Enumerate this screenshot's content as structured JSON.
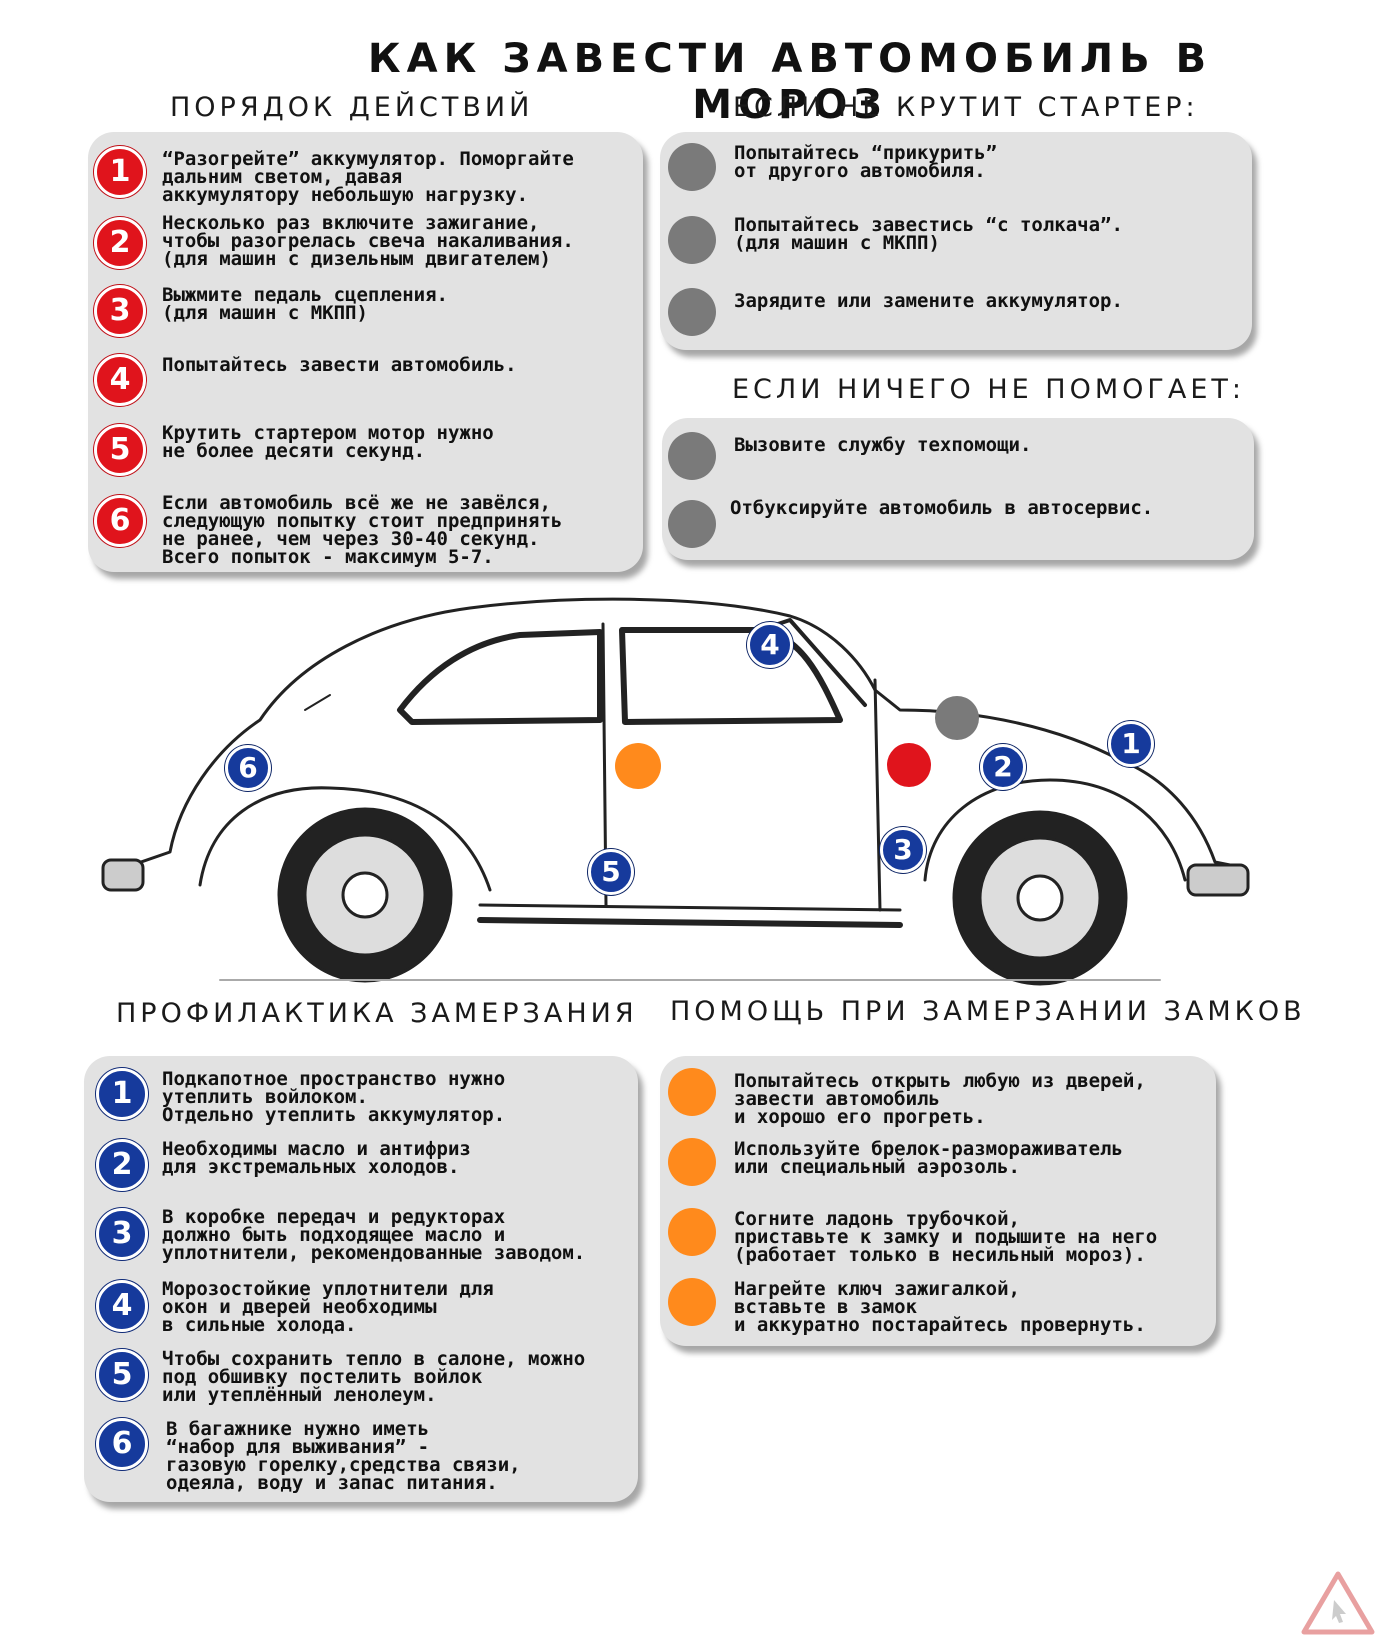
{
  "title": "КАК ЗАВЕСТИ АВТОМОБИЛЬ В МОРОЗ",
  "colors": {
    "red": "#e0141c",
    "blue": "#163a9c",
    "gray": "#7a7a7a",
    "orange": "#ff8a1c",
    "panel": "#e2e2e2"
  },
  "procedure": {
    "heading": "ПОРЯДОК ДЕЙСТВИЙ",
    "items": [
      {
        "num": "1",
        "text": "“Разогрейте” аккумулятор. Поморгайте\n дальним светом, давая\nаккумулятору небольшую нагрузку."
      },
      {
        "num": "2",
        "text": "Несколько раз включите зажигание,\nчтобы разогрелась свеча накаливания.\n(для машин с дизельным двигателем)"
      },
      {
        "num": "3",
        "text": "Выжмите педаль сцепления.\n(для машин с МКПП)"
      },
      {
        "num": "4",
        "text": "Попытайтесь завести автомобиль."
      },
      {
        "num": "5",
        "text": "Крутить стартером мотор нужно\nне более десяти секунд."
      },
      {
        "num": "6",
        "text": "Если автомобиль всё же не завёлся,\nследующую попытку стоит предпринять\nне ранее, чем через 30-40 секунд.\nВсего попыток - максимум 5-7."
      }
    ]
  },
  "starter": {
    "heading": "ЕСЛИ НЕ КРУТИТ СТАРТЕР:",
    "items": [
      {
        "text": "Попытайтесь “прикурить”\nот другого автомобиля."
      },
      {
        "text": "Попытайтесь завестись “с толкача”.\n(для машин с МКПП)"
      },
      {
        "text": "Зарядите или замените аккумулятор."
      }
    ]
  },
  "nothing": {
    "heading": "ЕСЛИ НИЧЕГО НЕ ПОМОГАЕТ:",
    "items": [
      {
        "text": "Вызовите службу техпомощи."
      },
      {
        "text": "Отбуксируйте автомобиль в автосервис."
      }
    ]
  },
  "car_markers": [
    "1",
    "2",
    "3",
    "4",
    "5",
    "6"
  ],
  "prevention": {
    "heading": "ПРОФИЛАКТИКА ЗАМЕРЗАНИЯ",
    "items": [
      {
        "num": "1",
        "text": "Подкапотное пространство нужно\nутеплить войлоком.\nОтдельно утеплить аккумулятор."
      },
      {
        "num": "2",
        "text": "Необходимы масло и антифриз\nдля экстремальных холодов."
      },
      {
        "num": "3",
        "text": "В коробке передач и редукторах\nдолжно быть подходящее масло и\nуплотнители, рекомендованные заводом."
      },
      {
        "num": "4",
        "text": "Морозостойкие уплотнители для\nокон и дверей необходимы\nв сильные холода."
      },
      {
        "num": "5",
        "text": "Чтобы сохранить тепло в салоне, можно\nпод обшивку постелить войлок\nили утеплённый ленолеум."
      },
      {
        "num": "6",
        "text": "В багажнике нужно иметь\n“набор для выживания” -\nгазовую горелку,средства связи,\nодеяла, воду и запас питания."
      }
    ]
  },
  "locks": {
    "heading": "ПОМОЩЬ ПРИ ЗАМЕРЗАНИИ ЗАМКОВ",
    "items": [
      {
        "text": "Попытайтесь открыть любую из дверей,\nзавести автомобиль\nи хорошо его прогреть."
      },
      {
        "text": "Используйте брелок-размораживатель\nили специальный аэрозоль."
      },
      {
        "text": "Согните ладонь трубочкой,\n приставьте к замку и подышите на него\n(работает только в несильный мороз)."
      },
      {
        "text": "Нагрейте ключ зажигалкой,\n вставьте в замок\nи аккуратно постарайтесь провернуть."
      }
    ]
  }
}
